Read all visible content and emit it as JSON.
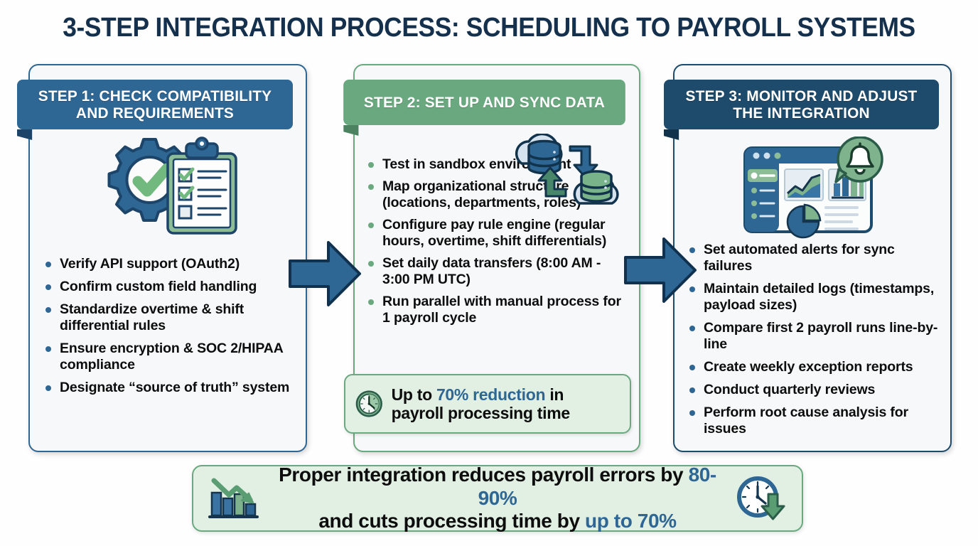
{
  "title": "3-STEP INTEGRATION PROCESS: SCHEDULING TO PAYROLL SYSTEMS",
  "colors": {
    "step1_blue": "#2e6694",
    "step2_green": "#6aa87f",
    "step3_navy": "#1e4a6b",
    "title_navy": "#14304d",
    "highlight_blue": "#2e6694",
    "callout_bg": "#e2f0e4",
    "card_bg": "#f7f8f9"
  },
  "steps": [
    {
      "header_line1": "STEP 1: CHECK COMPATIBILITY",
      "header_line2": "AND REQUIREMENTS",
      "icon": "gear-check-clipboard-icon",
      "bullets": [
        "Verify API support (OAuth2)",
        "Confirm custom field handling",
        "Standardize overtime & shift differential rules",
        "Ensure encryption & SOC 2/HIPAA compliance",
        "Designate “source of truth” system"
      ]
    },
    {
      "header_line1": "STEP 2: SET UP AND SYNC DATA",
      "header_line2": "",
      "icon": "cloud-database-sync-icon",
      "bullets": [
        "Test in sandbox environment",
        "Map organizational structure (locations, departments, roles)",
        "Configure pay rule engine (regular hours, overtime, shift differentials)",
        "Set daily data transfers (8:00 AM - 3:00 PM UTC)",
        "Run parallel with manual process for 1 payroll cycle"
      ],
      "callout": {
        "icon": "clock-icon",
        "prefix": "Up to ",
        "highlight": "70% reduction",
        "suffix": " in payroll processing time"
      }
    },
    {
      "header_line1": "STEP 3: MONITOR AND ADJUST",
      "header_line2": "THE INTEGRATION",
      "icon": "dashboard-bell-icon",
      "bullets": [
        "Set automated alerts for sync failures",
        "Maintain detailed logs (timestamps, payload sizes)",
        "Compare first 2 payroll runs line-by-line",
        "Create weekly exception reports",
        "Conduct quarterly reviews",
        "Perform root cause analysis for issues"
      ]
    }
  ],
  "arrows": {
    "first": "arrow-right-icon",
    "second": "arrow-right-icon"
  },
  "banner": {
    "left_icon": "declining-bar-chart-icon",
    "right_icon": "clock-down-arrow-icon",
    "line1_prefix": "Proper integration reduces payroll errors by ",
    "line1_highlight": "80-90%",
    "line2_prefix": "and cuts processing time by ",
    "line2_highlight": "up to 70%"
  }
}
